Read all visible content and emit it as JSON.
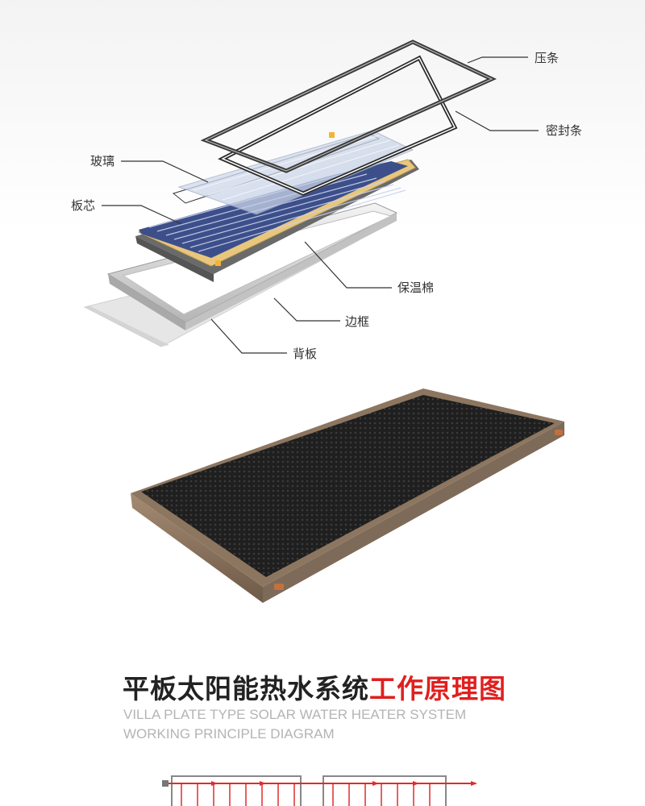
{
  "labels": {
    "pressing_strip": "压条",
    "sealing_strip": "密封条",
    "glass": "玻璃",
    "absorber_core": "板芯",
    "insulation": "保温棉",
    "frame": "边框",
    "back_plate": "背板"
  },
  "title": {
    "part1": "平板太阳能热水系统",
    "part2": "工作原理图"
  },
  "subtitle": {
    "line1": "VILLA PLATE TYPE SOLAR WATER HEATER SYSTEM",
    "line2": "WORKING PRINCIPLE DIAGRAM"
  },
  "colors": {
    "title_highlight": "#e01f1f",
    "absorber_blue": "#3d4f8a",
    "insulation_yellow": "#e8c77c",
    "pipe_red": "#e22a2a"
  }
}
